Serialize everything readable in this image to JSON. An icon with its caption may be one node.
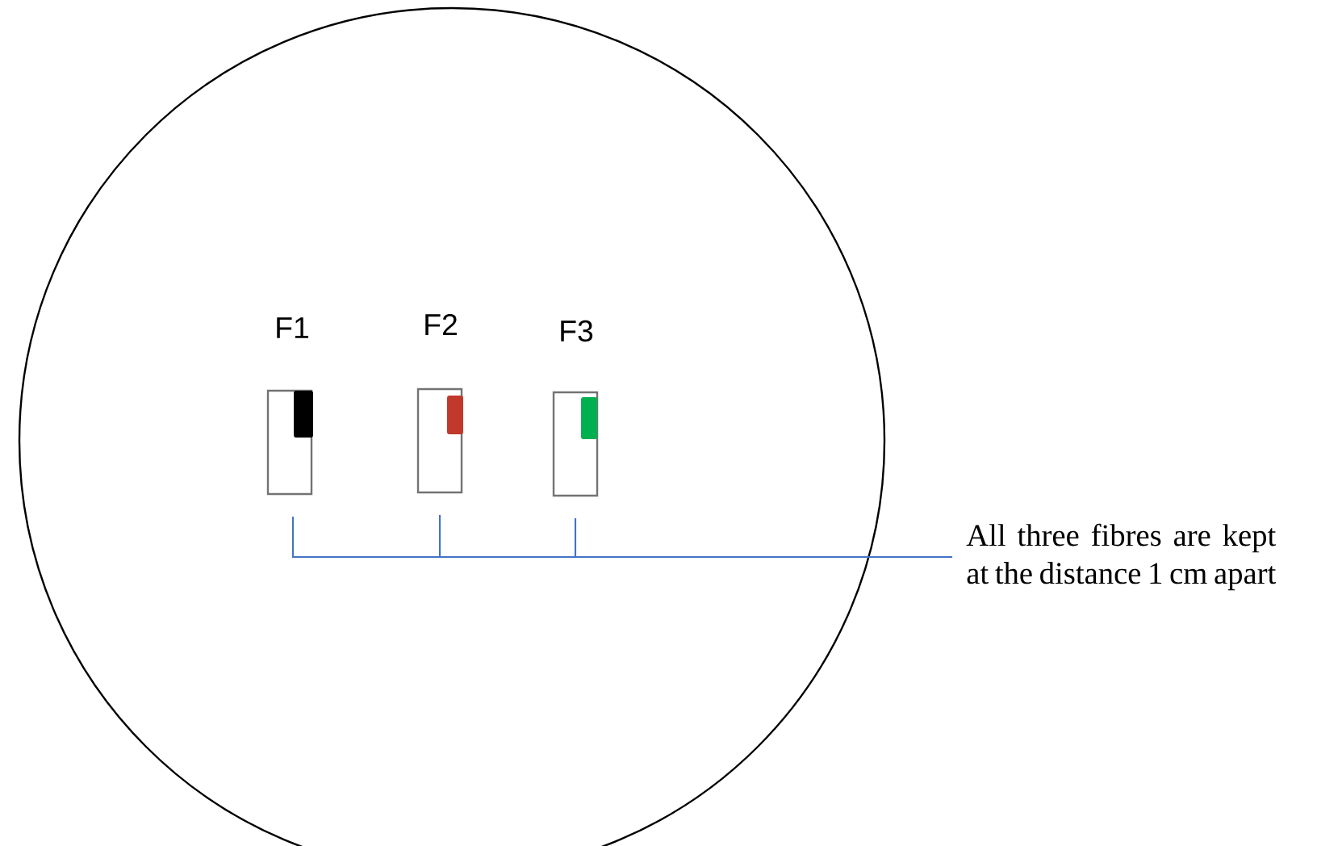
{
  "diagram": {
    "nodes": [
      {
        "text": [],
        "shape": "circle"
      },
      {
        "text": [
          "F1"
        ],
        "in": 0
      },
      {
        "text": [
          "F2"
        ],
        "in": 0
      },
      {
        "text": [
          "F3"
        ],
        "in": 0
      },
      {
        "text": [
          "All three fibres are kept at the distance 1 cm apart"
        ]
      }
    ],
    "edges": [
      {
        "from": 4,
        "to": 1,
        "arrow": "none"
      },
      {
        "from": 4,
        "to": 2,
        "arrow": "none"
      },
      {
        "from": 4,
        "to": 3,
        "arrow": "none"
      }
    ]
  }
}
